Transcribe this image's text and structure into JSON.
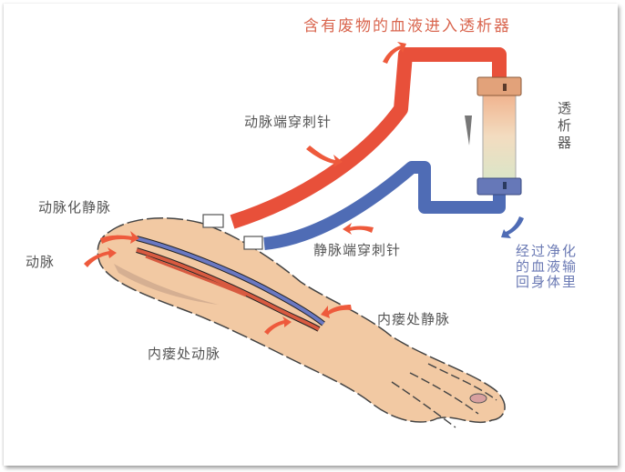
{
  "diagram": {
    "title_top": "含有废物的血液进入透析器",
    "labels": {
      "dialyzer": "透析器",
      "arterial_needle": "动脉端穿刺针",
      "venous_needle": "静脉端穿刺针",
      "arterialized_vein": "动脉化静脉",
      "artery": "动脉",
      "fistula_vein": "内瘘处静脉",
      "fistula_artery": "内瘘处动脉",
      "return_blood": "经过净化的血液输回身体里"
    },
    "colors": {
      "arterial_tube": "#e8503a",
      "venous_tube": "#4f6cb5",
      "skin": "#f2c9a3",
      "arrow": "#ee5a3c",
      "title_text": "#d9664f",
      "return_text": "#6b7ab4"
    }
  }
}
